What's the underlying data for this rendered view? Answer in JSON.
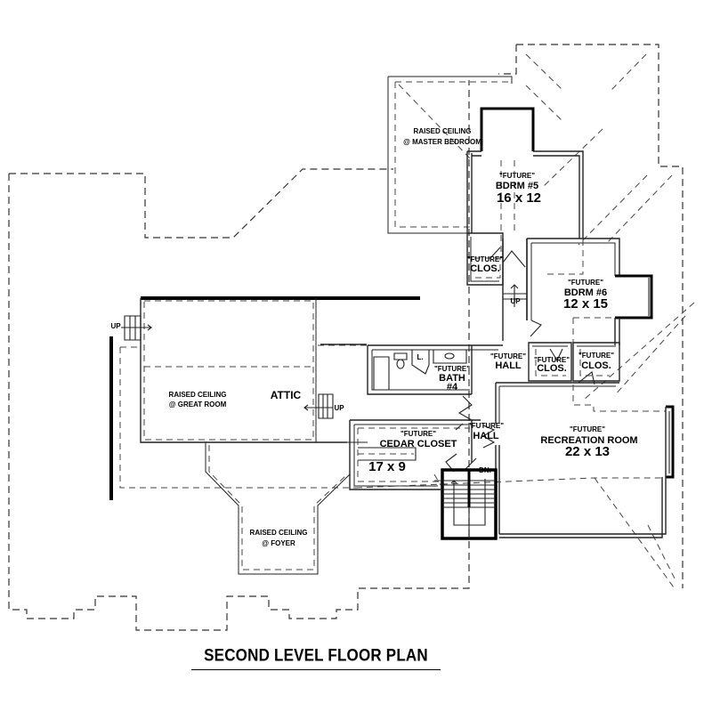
{
  "title": "SECOND LEVEL FLOOR PLAN",
  "rooms": {
    "master_raised": {
      "line1": "RAISED CEILING",
      "line2": "@ MASTER BEDROOM"
    },
    "bdrm5": {
      "tag": "\"FUTURE\"",
      "name": "BDRM #5",
      "size": "16 x 12"
    },
    "bdrm6": {
      "tag": "\"FUTURE\"",
      "name": "BDRM #6",
      "size": "12 x 15"
    },
    "clos_upper": {
      "tag": "\"FUTURE\"",
      "name": "CLOS."
    },
    "clos_mid": {
      "tag": "\"FUTURE\"",
      "name": "CLOS."
    },
    "clos_right": {
      "tag": "\"FUTURE\"",
      "name": "CLOS."
    },
    "hall_upper": {
      "tag": "\"FUTURE\"",
      "name": "HALL"
    },
    "hall_lower": {
      "tag": "\"FUTURE\"",
      "name": "HALL"
    },
    "bath4": {
      "tag": "\"FUTURE\"",
      "name": "BATH",
      "number": "#4",
      "linen": "L."
    },
    "cedar": {
      "tag": "\"FUTURE\"",
      "name": "CEDAR CLOSET",
      "size": "17 x 9"
    },
    "recreation": {
      "tag": "\"FUTURE\"",
      "name": "RECREATION ROOM",
      "size": "22 x 13"
    },
    "great_raised": {
      "line1": "RAISED CEILING",
      "line2": "@ GREAT ROOM"
    },
    "attic": {
      "name": "ATTIC"
    },
    "foyer_raised": {
      "line1": "RAISED CEILING",
      "line2": "@ FOYER"
    }
  },
  "stairs": {
    "up_left": "UP",
    "up_attic": "UP",
    "up_hall": "UP",
    "down_main": "DN."
  }
}
